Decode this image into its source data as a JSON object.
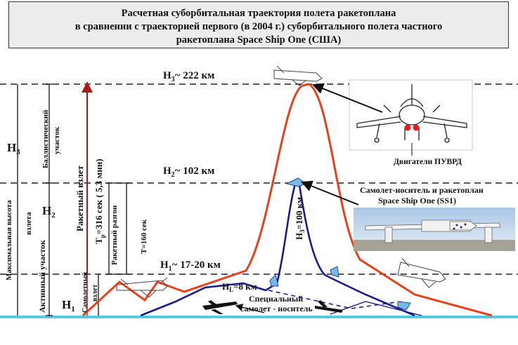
{
  "title": {
    "line1": "Расчетная суборбитальная траектория полета ракетоплана",
    "line2": "в сравнении с траекторией  первого (в 2004 г.) суборбитального полета  частного",
    "line3": "ракетоплана Space Ship One  (США)"
  },
  "altitudes": {
    "h3": "H",
    "h3_sub": "3",
    "h3_value": "~ 222 км",
    "h2": "H",
    "h2_sub": "2",
    "h2_value": "~ 102 км",
    "h1": "H",
    "h1_sub": "1",
    "h1_value": "~ 17-20 км",
    "hl": "H",
    "hl_sub": "L",
    "hl_value": "=8 км",
    "h3b": "H",
    "h3b_sub": "3",
    "h3b_value": "=100 км"
  },
  "left_labels": {
    "max_height_line1": "Максимальная высота",
    "max_height_line2": "взлета",
    "active_section": "Активный участок",
    "ballistic_line1": "Баллистический",
    "ballistic_line2": "участок",
    "rocket_takeoff": "Ракетный взлет",
    "tp_prefix": "T",
    "tp_sub": "р",
    "tp_value": "=316 сек ( 5,3 мин)",
    "rocket_accel": "Ракетный  разгон",
    "t160": "T=160 сек",
    "plane_takeoff_line1": "Самолетный",
    "plane_takeoff_line2": "взлет"
  },
  "annotations": {
    "engines": "Двигатели ПУВРД",
    "carrier_line1": "Самолет-носитель и ракетоплан",
    "carrier_line2": "Space Ship One (SS1)",
    "special_line1": "Специальный",
    "special_line2": "самолет - носитель"
  },
  "colors": {
    "red_trajectory": "#e8401c",
    "blue_trajectory": "#1c1c8c",
    "axis_line": "#b01818",
    "ground": "#58c8e0",
    "dash": "#222222"
  }
}
